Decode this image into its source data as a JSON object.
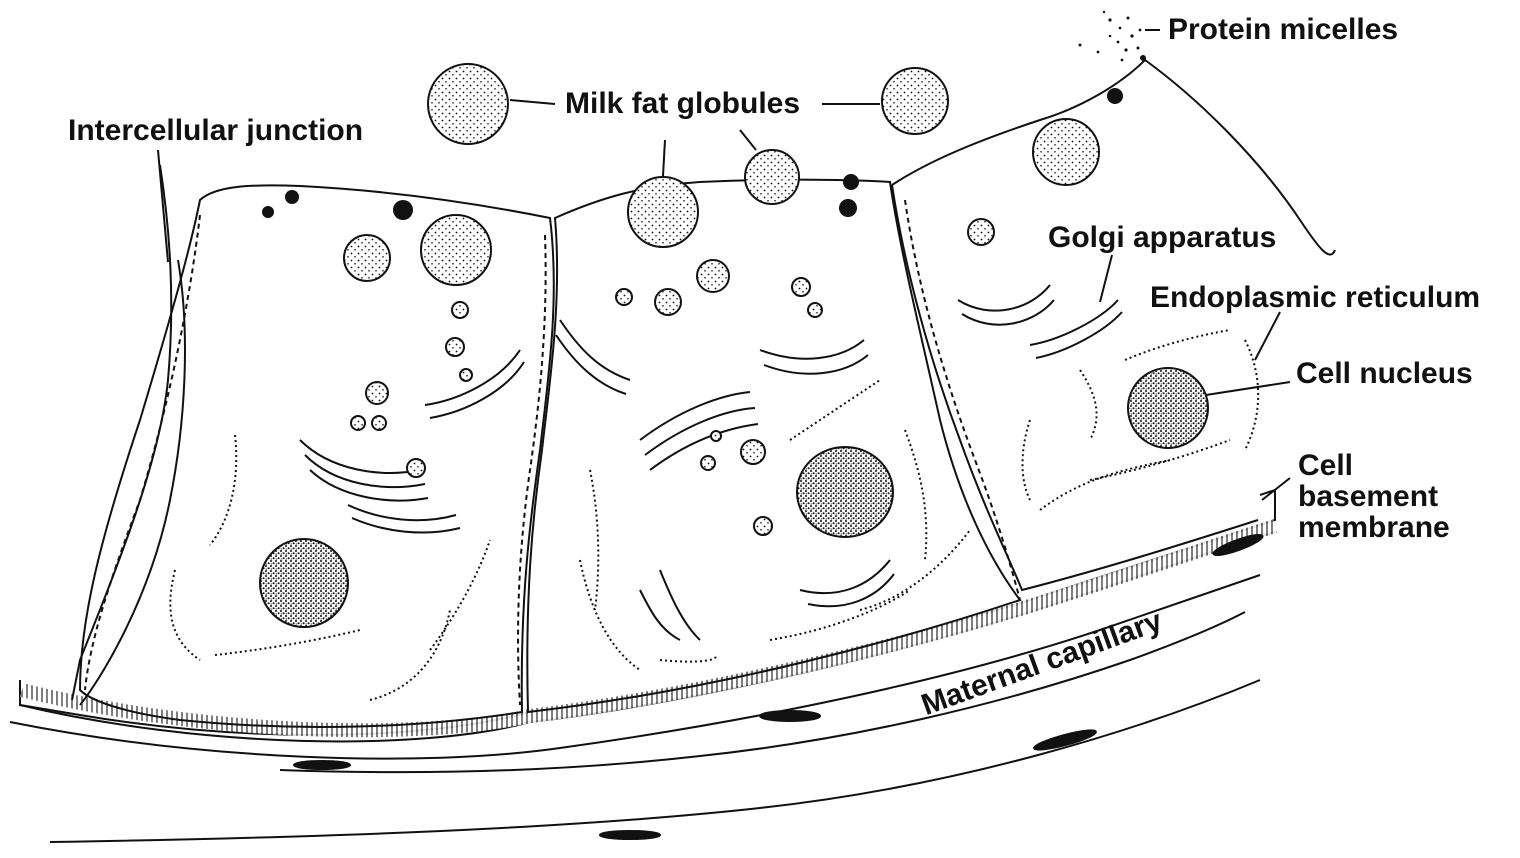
{
  "labels": {
    "protein_micelles": "Protein micelles",
    "milk_fat_globules": "Milk fat globules",
    "intercellular_junction": "Intercellular junction",
    "golgi_apparatus": "Golgi apparatus",
    "endoplasmic_reticulum": "Endoplasmic reticulum",
    "cell_nucleus": "Cell nucleus",
    "cell_basement_membrane": [
      "Cell",
      "basement",
      "membrane"
    ],
    "maternal_capillary": "Maternal capillary"
  },
  "colors": {
    "ink": "#111111",
    "background": "#ffffff"
  }
}
